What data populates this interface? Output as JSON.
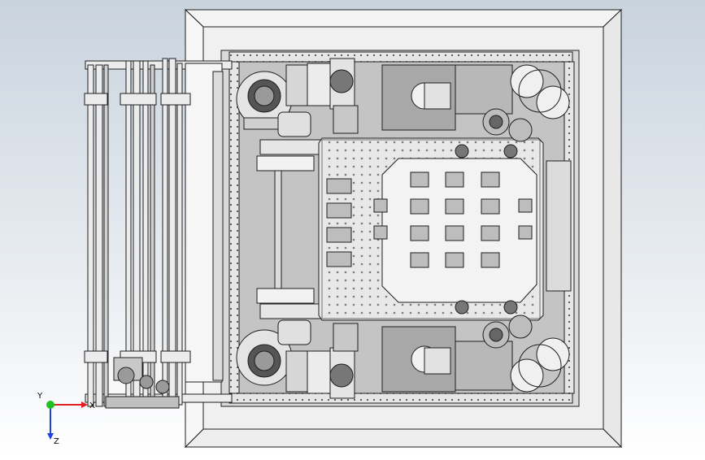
{
  "viewport": {
    "background_top": "#c9d3de",
    "background_bottom": "#ffffff",
    "line_color": "#1e1e1e",
    "part_fill": "#e6e6e6",
    "frame_fill": "#f2f2f2",
    "shadow_fill": "#b4b4b4",
    "dark_fill": "#8c8c8c"
  },
  "triad": {
    "x_label": "X",
    "y_label": "Y",
    "z_label": "Z",
    "x_color": "#e02020",
    "y_color": "#20c020",
    "z_color": "#2040e0"
  }
}
